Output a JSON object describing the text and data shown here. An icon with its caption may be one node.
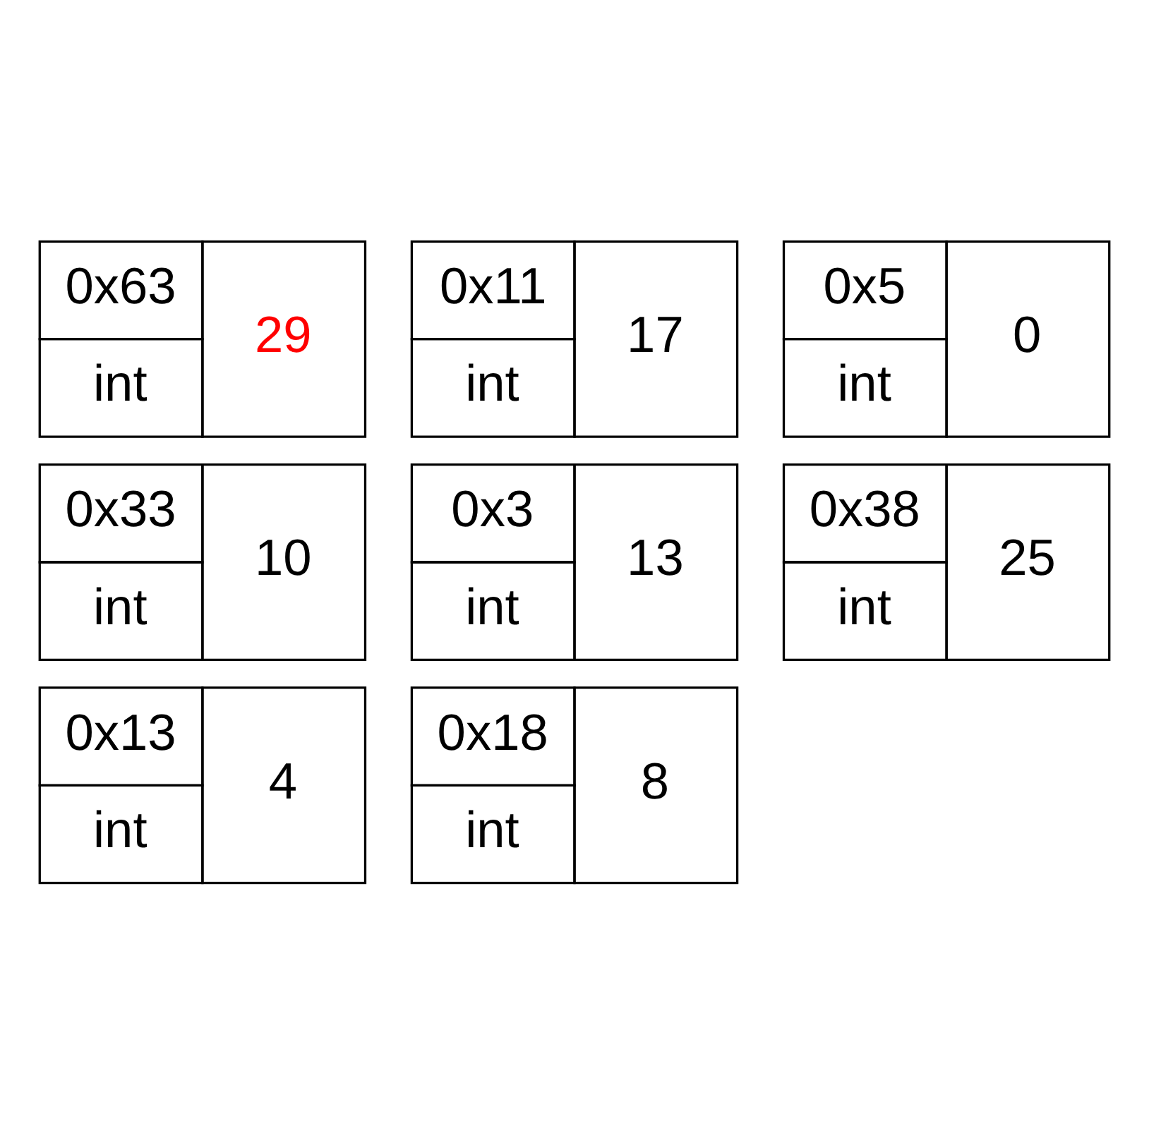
{
  "diagram": {
    "nodes": [
      {
        "text": [
          "0x63",
          "int",
          "29"
        ]
      },
      {
        "text": [
          "0x11",
          "int",
          "17"
        ]
      },
      {
        "text": [
          "0x5",
          "int",
          "0"
        ]
      },
      {
        "text": [
          "0x33",
          "int",
          "10"
        ]
      },
      {
        "text": [
          "0x3",
          "int",
          "13"
        ]
      },
      {
        "text": [
          "0x38",
          "int",
          "25"
        ]
      },
      {
        "text": [
          "0x13",
          "int",
          "4"
        ]
      },
      {
        "text": [
          "0x18",
          "int",
          "8"
        ]
      }
    ]
  }
}
